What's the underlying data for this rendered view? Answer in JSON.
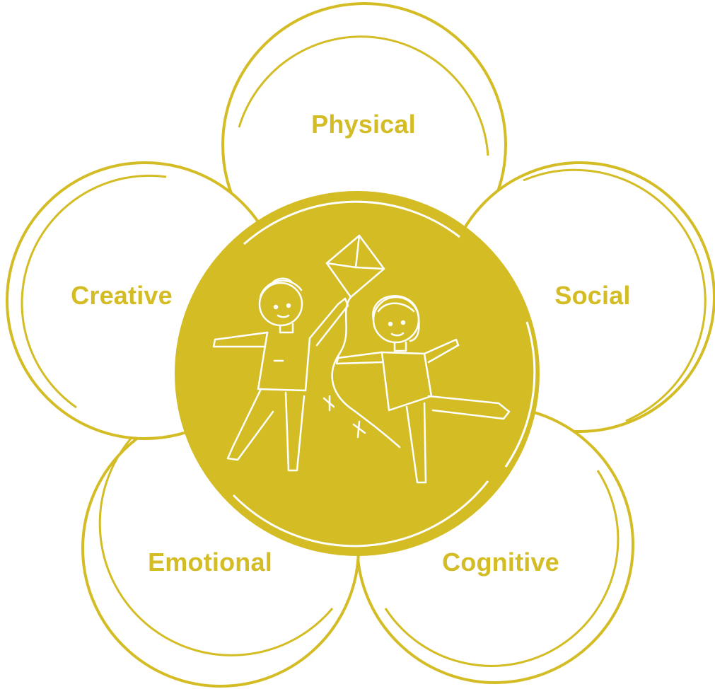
{
  "colors": {
    "accent": "#D4BC25",
    "center_fill": "#D4BC25",
    "line_on_fill": "#FFFFFF",
    "background": "#FFFFFF"
  },
  "petals": [
    {
      "id": "physical",
      "label": "Physical"
    },
    {
      "id": "social",
      "label": "Social"
    },
    {
      "id": "cognitive",
      "label": "Cognitive"
    },
    {
      "id": "emotional",
      "label": "Emotional"
    },
    {
      "id": "creative",
      "label": "Creative"
    }
  ],
  "center": {
    "illustration": "two-children-flying-kite"
  }
}
